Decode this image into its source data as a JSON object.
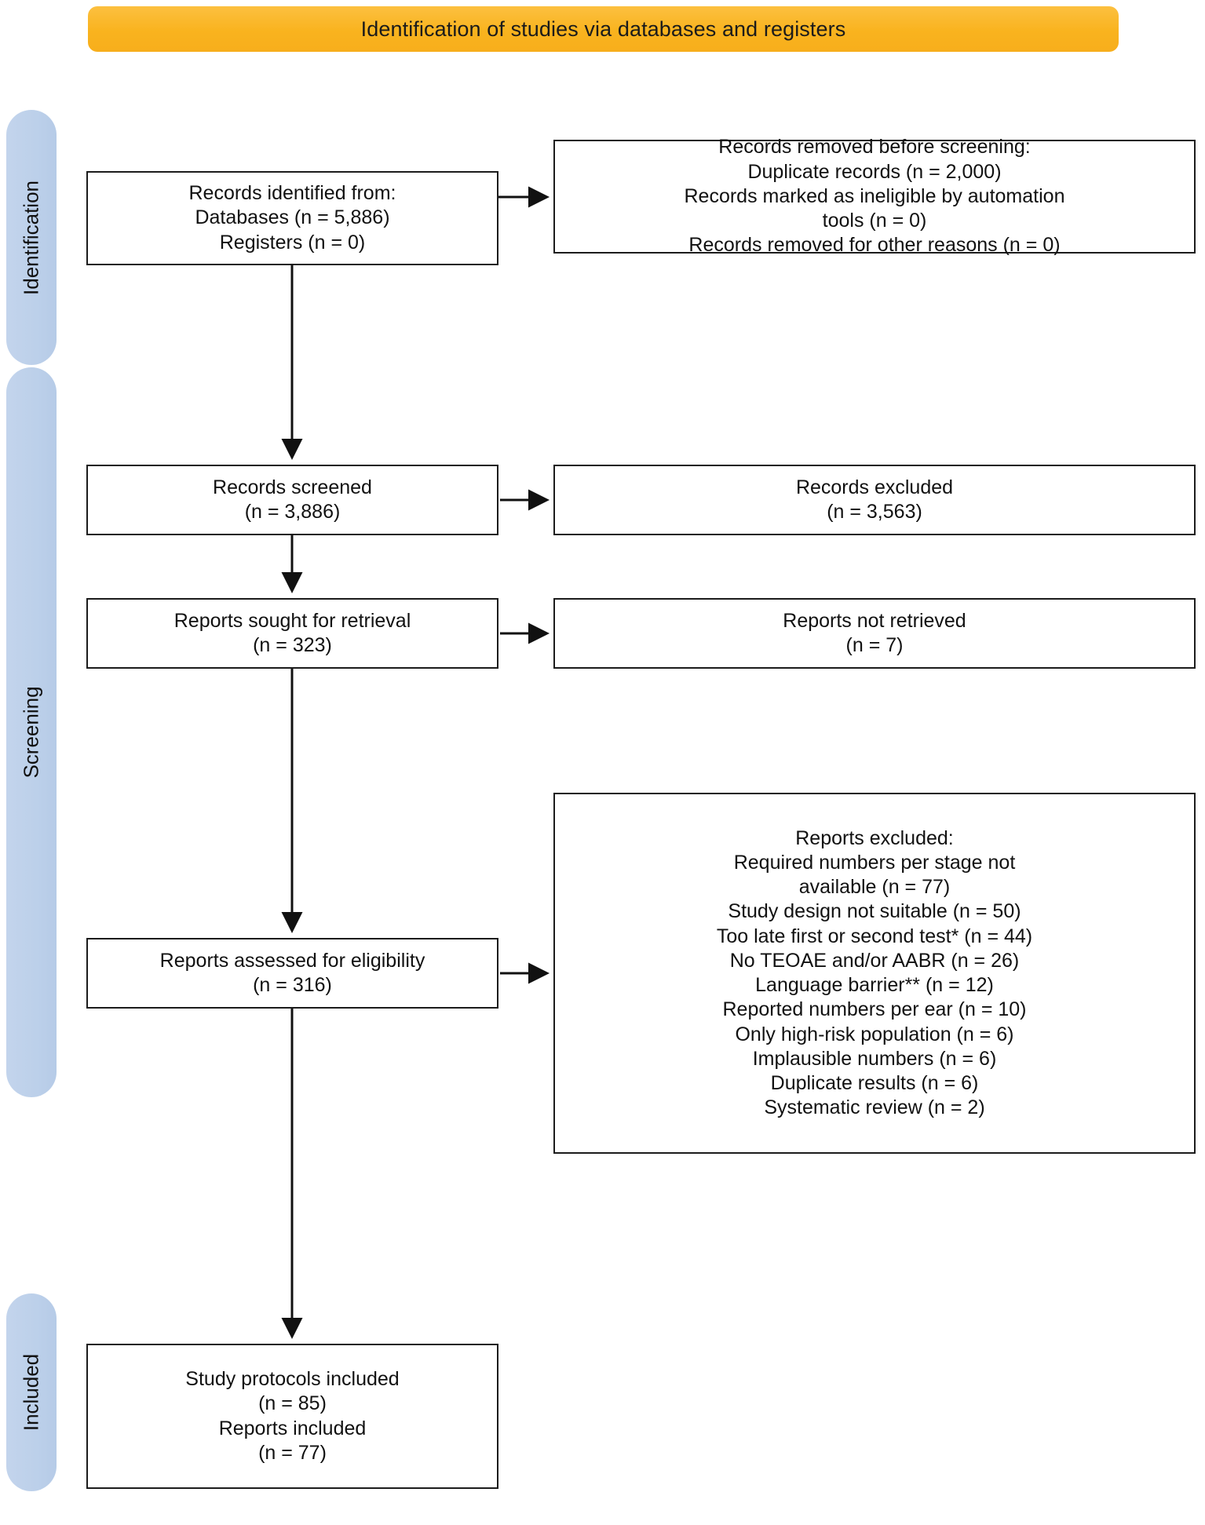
{
  "header": {
    "title": "Identification of studies via databases and registers",
    "banner_color": "#f9b31e"
  },
  "stages": {
    "identification": "Identification",
    "screening": "Screening",
    "included": "Included",
    "pill_color": "#bdd0ea"
  },
  "boxes": {
    "identified": {
      "name": "Records identified from",
      "lines": [
        "Records identified from:",
        "Databases (n = 5,886)",
        "Registers (n = 0)"
      ]
    },
    "removed": {
      "name": "Records removed before screening",
      "lines": [
        "Records removed before screening:",
        "Duplicate records (n = 2,000)",
        "Records marked as ineligible by automation",
        "tools (n = 0)",
        "Records removed for other reasons (n = 0)"
      ]
    },
    "screened": {
      "name": "Records screened",
      "lines": [
        "Records screened",
        "(n = 3,886)"
      ]
    },
    "excluded_records": {
      "name": "Records excluded",
      "lines": [
        "Records excluded",
        "(n = 3,563)"
      ]
    },
    "sought": {
      "name": "Reports sought for retrieval",
      "lines": [
        "Reports sought for retrieval",
        "(n = 323)"
      ]
    },
    "not_retrieved": {
      "name": "Reports not retrieved",
      "lines": [
        "Reports not retrieved",
        "(n = 7)"
      ]
    },
    "assessed": {
      "name": "Reports assessed for eligibility",
      "lines": [
        "Reports assessed for eligibility",
        "(n = 316)"
      ]
    },
    "reports_excluded": {
      "name": "Reports excluded",
      "lines": [
        "Reports excluded:",
        "Required numbers per stage not",
        "available (n = 77)",
        "Study design not suitable (n = 50)",
        "Too late first or second test* (n = 44)",
        "No TEOAE and/or AABR (n = 26)",
        "Language barrier** (n = 12)",
        "Reported numbers per ear (n = 10)",
        "Only high-risk population (n = 6)",
        "Implausible numbers (n = 6)",
        "Duplicate results (n = 6)",
        "Systematic review (n = 2)"
      ]
    },
    "included": {
      "name": "Study protocols included",
      "lines": [
        "Study protocols included",
        "(n = 85)",
        "Reports included",
        "(n = 77)"
      ]
    }
  },
  "chart_data": {
    "type": "diagram",
    "title": "Identification of studies via databases and registers",
    "diagram_kind": "PRISMA 2020 flow diagram",
    "nodes": [
      {
        "id": "identified",
        "stage": "Identification",
        "label": "Records identified from",
        "counts": {
          "Databases": 5886,
          "Registers": 0
        }
      },
      {
        "id": "removed",
        "stage": "Identification",
        "label": "Records removed before screening",
        "counts": {
          "Duplicate records": 2000,
          "Records marked as ineligible by automation tools": 0,
          "Records removed for other reasons": 0
        }
      },
      {
        "id": "screened",
        "stage": "Screening",
        "label": "Records screened",
        "n": 3886
      },
      {
        "id": "excluded_records",
        "stage": "Screening",
        "label": "Records excluded",
        "n": 3563
      },
      {
        "id": "sought",
        "stage": "Screening",
        "label": "Reports sought for retrieval",
        "n": 323
      },
      {
        "id": "not_retrieved",
        "stage": "Screening",
        "label": "Reports not retrieved",
        "n": 7
      },
      {
        "id": "assessed",
        "stage": "Screening",
        "label": "Reports assessed for eligibility",
        "n": 316
      },
      {
        "id": "reports_excluded",
        "stage": "Screening",
        "label": "Reports excluded",
        "counts": {
          "Required numbers per stage not available": 77,
          "Study design not suitable": 50,
          "Too late first or second test*": 44,
          "No TEOAE and/or AABR": 26,
          "Language barrier**": 12,
          "Reported numbers per ear": 10,
          "Only high-risk population": 6,
          "Implausible numbers": 6,
          "Duplicate results": 6,
          "Systematic review": 2
        }
      },
      {
        "id": "included",
        "stage": "Included",
        "label": "Study protocols / Reports included",
        "counts": {
          "Study protocols included": 85,
          "Reports included": 77
        }
      }
    ],
    "edges": [
      {
        "from": "identified",
        "to": "removed",
        "direction": "right"
      },
      {
        "from": "identified",
        "to": "screened",
        "direction": "down"
      },
      {
        "from": "screened",
        "to": "excluded_records",
        "direction": "right"
      },
      {
        "from": "screened",
        "to": "sought",
        "direction": "down"
      },
      {
        "from": "sought",
        "to": "not_retrieved",
        "direction": "right"
      },
      {
        "from": "sought",
        "to": "assessed",
        "direction": "down"
      },
      {
        "from": "assessed",
        "to": "reports_excluded",
        "direction": "right"
      },
      {
        "from": "assessed",
        "to": "included",
        "direction": "down"
      }
    ]
  }
}
